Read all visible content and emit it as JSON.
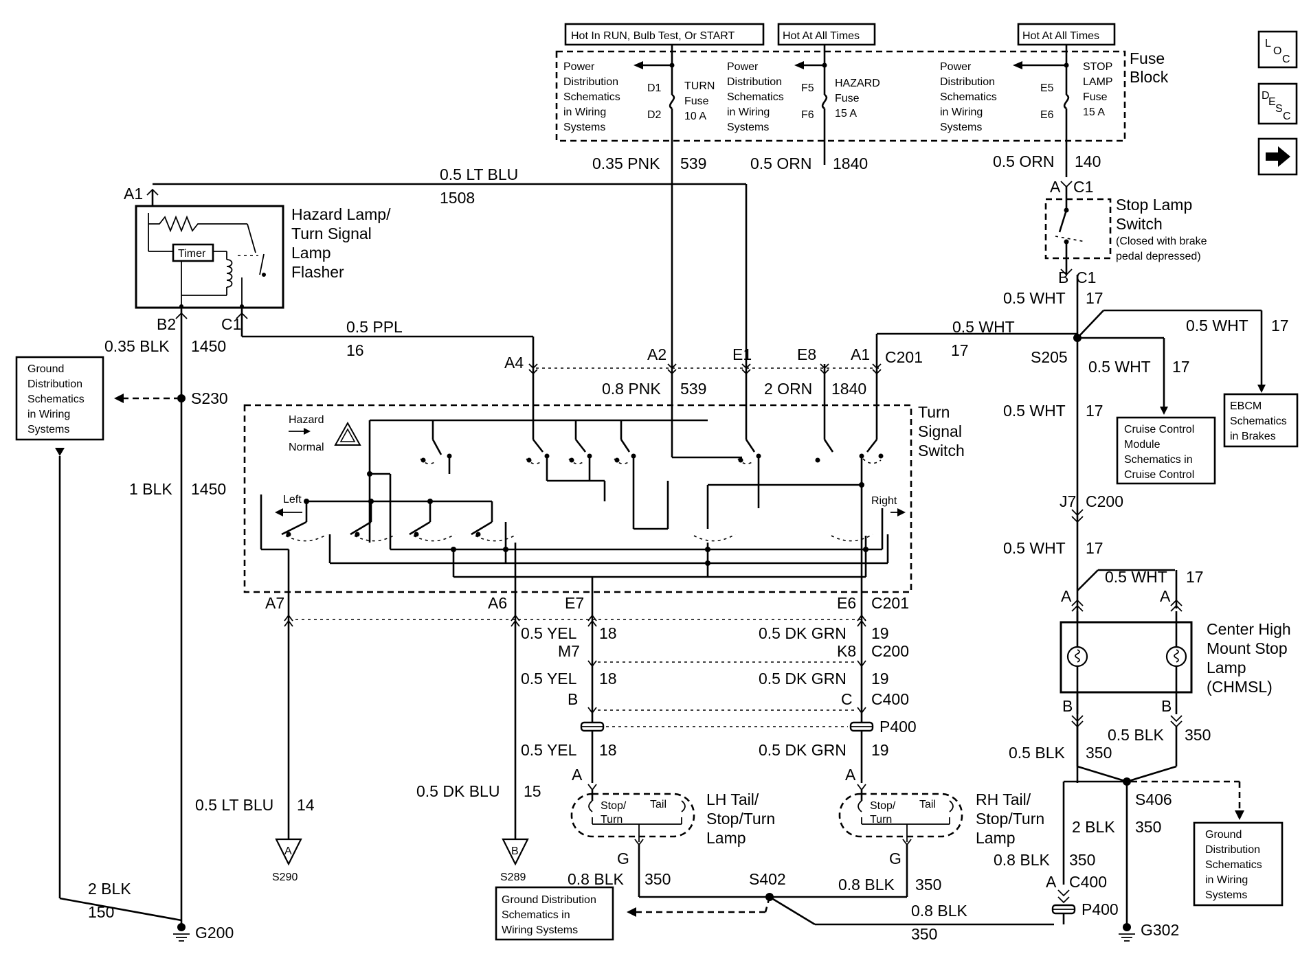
{
  "supply": {
    "hot_run": "Hot In RUN, Bulb Test, Or START",
    "hot_all_1": "Hot At All Times",
    "hot_all_2": "Hot At All Times"
  },
  "fuse_block": {
    "title_1": "Fuse",
    "title_2": "Block",
    "pd_lines": [
      "Power",
      "Distribution",
      "Schematics",
      "in Wiring",
      "Systems"
    ],
    "turn": {
      "pin_in": "D1",
      "pin_out": "D2",
      "name": "TURN",
      "word": "Fuse",
      "rating": "10 A"
    },
    "hazard": {
      "pin_in": "F5",
      "pin_out": "F6",
      "name": "HAZARD",
      "word": "Fuse",
      "rating": "15 A"
    },
    "stop": {
      "pin_in": "E5",
      "pin_out": "E6",
      "name_1": "STOP",
      "name_2": "LAMP",
      "word": "Fuse",
      "rating": "15 A"
    }
  },
  "wires": {
    "w539a": {
      "color": "0.35 PNK",
      "circuit": "539"
    },
    "w1840a": {
      "color": "0.5 ORN",
      "circuit": "1840"
    },
    "w140": {
      "color": "0.5 ORN",
      "circuit": "140"
    },
    "w1508": {
      "color": "0.5 LT BLU",
      "circuit": "1508"
    },
    "w1450a": {
      "color": "0.35 BLK",
      "circuit": "1450"
    },
    "w16": {
      "color": "0.5 PPL",
      "circuit": "16"
    },
    "w17a": {
      "color": "0.5 WHT",
      "circuit": "17"
    },
    "w17b": {
      "color": "0.5 WHT",
      "circuit": "17"
    },
    "w17c": {
      "color": "0.5 WHT",
      "circuit": "17"
    },
    "w17d": {
      "color": "0.5 WHT",
      "circuit": "17"
    },
    "w17e": {
      "color": "0.5 WHT",
      "circuit": "17"
    },
    "w17f": {
      "color": "0.5 WHT",
      "circuit": "17"
    },
    "w17g": {
      "color": "0.5 WHT",
      "circuit": "17"
    },
    "w539b": {
      "color": "0.8 PNK",
      "circuit": "539"
    },
    "w1840b": {
      "color": "2 ORN",
      "circuit": "1840"
    },
    "w1450b": {
      "color": "1 BLK",
      "circuit": "1450"
    },
    "w18a": {
      "color": "0.5 YEL",
      "circuit": "18"
    },
    "w18b": {
      "color": "0.5 YEL",
      "circuit": "18"
    },
    "w18c": {
      "color": "0.5 YEL",
      "circuit": "18"
    },
    "w19a": {
      "color": "0.5 DK GRN",
      "circuit": "19"
    },
    "w19b": {
      "color": "0.5 DK GRN",
      "circuit": "19"
    },
    "w19c": {
      "color": "0.5 DK GRN",
      "circuit": "19"
    },
    "w14": {
      "color": "0.5 LT BLU",
      "circuit": "14"
    },
    "w15": {
      "color": "0.5 DK BLU",
      "circuit": "15"
    },
    "w150": {
      "color": "2 BLK",
      "circuit": "150"
    },
    "w350a": {
      "color": "0.8 BLK",
      "circuit": "350"
    },
    "w350b": {
      "color": "0.8 BLK",
      "circuit": "350"
    },
    "w350c": {
      "color": "0.8 BLK",
      "circuit": "350"
    },
    "w350d": {
      "color": "0.5 BLK",
      "circuit": "350"
    },
    "w350e": {
      "color": "0.5 BLK",
      "circuit": "350"
    },
    "w350f": {
      "color": "2 BLK",
      "circuit": "350"
    },
    "w350g": {
      "color": "0.8 BLK",
      "circuit": "350"
    }
  },
  "pins": {
    "a1_top": "A1",
    "b2": "B2",
    "c1_flasher": "C1",
    "a4": "A4",
    "a2": "A2",
    "e1": "E1",
    "e8": "E8",
    "a1_c201": "A1",
    "c201_top": "C201",
    "a7": "A7",
    "a6": "A6",
    "e7": "E7",
    "e6": "E6",
    "c201_bot": "C201",
    "m7": "M7",
    "k8": "K8",
    "c200_r": "C200",
    "b_c400": "B",
    "c_c400": "C",
    "c400": "C400",
    "a_lh": "A",
    "a_rh": "A",
    "g_lh": "G",
    "g_rh": "G",
    "sw_a": "A",
    "sw_c1a": "C1",
    "sw_b": "B",
    "sw_c1b": "C1",
    "j7": "J7",
    "c200": "C200",
    "chmsl_a1": "A",
    "chmsl_a2": "A",
    "chmsl_b1": "B",
    "chmsl_b2": "B",
    "a_c400": "A",
    "c400_b": "C400"
  },
  "splices": {
    "s230": "S230",
    "s205": "S205",
    "s406": "S406",
    "s402": "S402",
    "p400a": "P400",
    "p400b": "P400"
  },
  "grounds": {
    "g200": "G200",
    "g302": "G302"
  },
  "flasher": {
    "l1": "Hazard Lamp/",
    "l2": "Turn Signal",
    "l3": "Lamp",
    "l4": "Flasher",
    "timer": "Timer"
  },
  "turn_switch": {
    "l1": "Turn",
    "l2": "Signal",
    "l3": "Switch",
    "hazard": "Hazard",
    "normal": "Normal",
    "left": "Left",
    "right": "Right"
  },
  "stop_switch": {
    "l1": "Stop Lamp",
    "l2": "Switch",
    "n1": "(Closed with brake",
    "n2": "pedal depressed)"
  },
  "chmsl": {
    "l1": "Center High",
    "l2": "Mount Stop",
    "l3": "Lamp",
    "l4": "(CHMSL)"
  },
  "lh_lamp": {
    "l1": "LH Tail/",
    "l2": "Stop/Turn",
    "l3": "Lamp",
    "stop1": "Stop/",
    "stop2": "Turn",
    "tail": "Tail"
  },
  "rh_lamp": {
    "l1": "RH Tail/",
    "l2": "Stop/Turn",
    "l3": "Lamp",
    "stop1": "Stop/",
    "stop2": "Turn",
    "tail": "Tail"
  },
  "refs": {
    "gnd1": [
      "Ground",
      "Distribution",
      "Schematics",
      "in Wiring",
      "Systems"
    ],
    "gnd2": [
      "Ground",
      "Distribution",
      "Schematics",
      "in Wiring",
      "Systems"
    ],
    "gnd3": [
      "Ground Distribution",
      "Schematics in",
      "Wiring Systems"
    ],
    "cruise": [
      "Cruise Control",
      "Module",
      "Schematics in",
      "Cruise Control"
    ],
    "ebcm": [
      "EBCM",
      "Schematics",
      "in Brakes"
    ]
  },
  "offpage": {
    "a": "A",
    "a_ref": "S290",
    "b": "B",
    "b_ref": "S289"
  },
  "nav": {
    "loc_l": "L",
    "loc_o": "O",
    "loc_c": "C",
    "desc_d": "D",
    "desc_e": "E",
    "desc_s": "S",
    "desc_c": "C"
  }
}
